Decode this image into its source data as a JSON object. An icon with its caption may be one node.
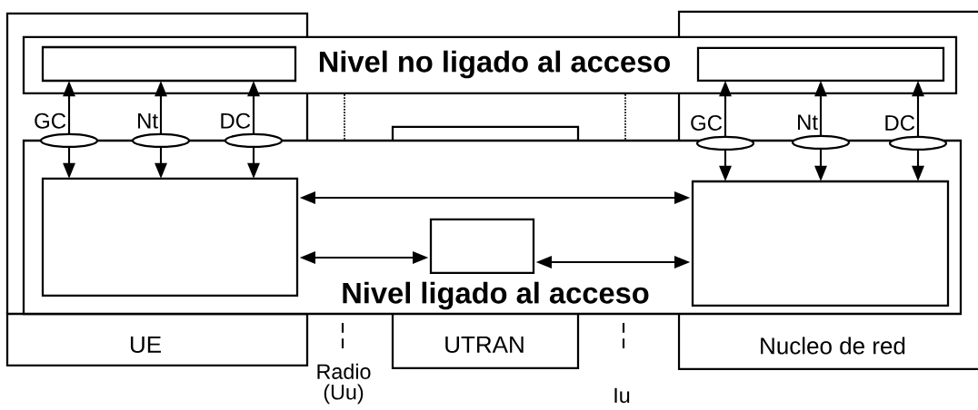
{
  "diagram": {
    "nodes": [
      {
        "text": [
          "UE"
        ]
      },
      {
        "text": [
          "Nucleo de red"
        ]
      },
      {
        "text": [
          "Nivel no ligado al acceso"
        ]
      },
      {
        "text": [],
        "shape": "box",
        "in": 2
      },
      {
        "text": [],
        "shape": "box",
        "in": 2
      },
      {
        "text": [
          "UTRAN"
        ]
      },
      {
        "text": [
          "Nivel ligado al acceso"
        ]
      },
      {
        "text": [],
        "shape": "ellipse"
      },
      {
        "text": [],
        "shape": "ellipse"
      },
      {
        "text": [],
        "shape": "ellipse"
      },
      {
        "text": [],
        "shape": "ellipse"
      },
      {
        "text": [],
        "shape": "ellipse"
      },
      {
        "text": [],
        "shape": "ellipse"
      },
      {
        "text": [],
        "shape": "box",
        "in": 6
      },
      {
        "text": [],
        "shape": "box",
        "in": 6
      },
      {
        "text": [],
        "shape": "box",
        "in": 6
      }
    ],
    "edges": [
      {
        "from": 7,
        "to": 3,
        "arrow": "to",
        "label": "GC"
      },
      {
        "from": 7,
        "to": 13,
        "arrow": "to"
      },
      {
        "from": 8,
        "to": 3,
        "arrow": "to",
        "label": "Nt"
      },
      {
        "from": 8,
        "to": 13,
        "arrow": "to"
      },
      {
        "from": 9,
        "to": 3,
        "arrow": "to",
        "label": "DC"
      },
      {
        "from": 9,
        "to": 13,
        "arrow": "to"
      },
      {
        "from": 10,
        "to": 4,
        "arrow": "to",
        "label": "GC"
      },
      {
        "from": 10,
        "to": 15,
        "arrow": "to"
      },
      {
        "from": 11,
        "to": 4,
        "arrow": "to",
        "label": "Nt"
      },
      {
        "from": 11,
        "to": 15,
        "arrow": "to"
      },
      {
        "from": 12,
        "to": 4,
        "arrow": "to",
        "label": "DC"
      },
      {
        "from": 12,
        "to": 15,
        "arrow": "to"
      },
      {
        "from": 13,
        "to": 15,
        "arrow": "both"
      },
      {
        "from": 13,
        "to": 14,
        "arrow": "both"
      },
      {
        "from": 14,
        "to": 15,
        "arrow": "both"
      }
    ],
    "labels": [
      "Radio (Uu)",
      "Iu"
    ]
  }
}
